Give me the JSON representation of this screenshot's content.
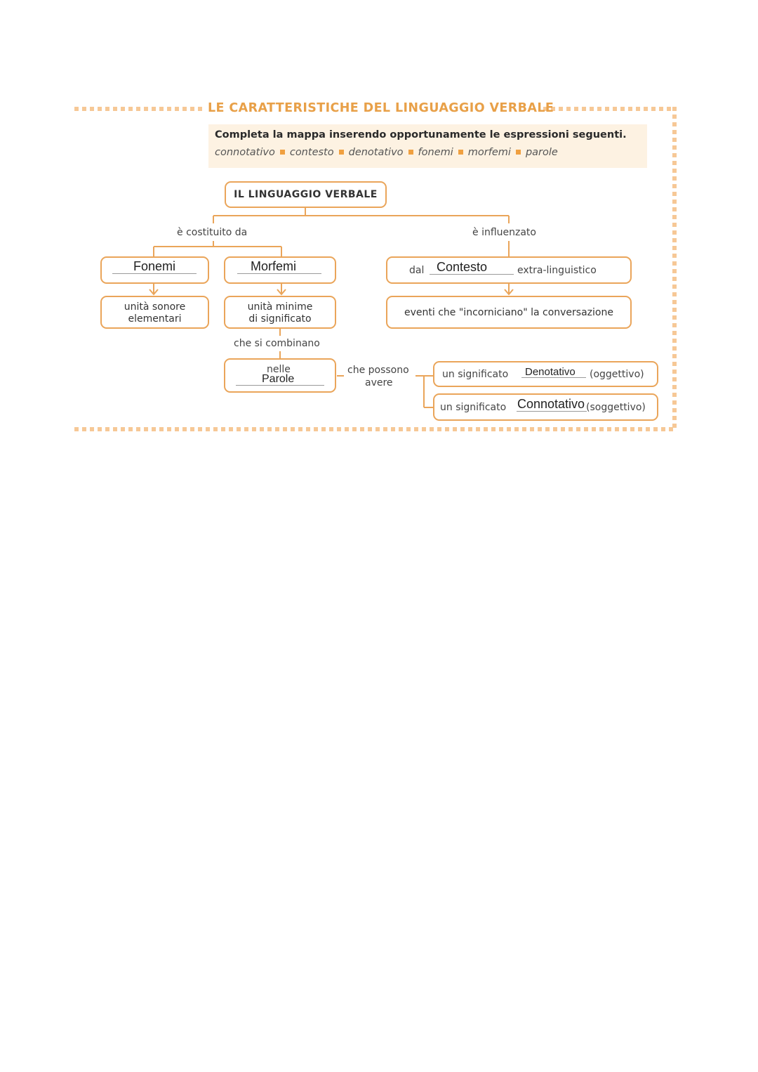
{
  "section": {
    "title": "LE CARATTERISTICHE DEL LINGUAGGIO VERBALE",
    "instruction": "Completa la mappa inserendo opportunamente le espressioni seguenti.",
    "words": [
      "connotativo",
      "contesto",
      "denotativo",
      "fonemi",
      "morfemi",
      "parole"
    ]
  },
  "map": {
    "root": "IL LINGUAGGIO VERBALE",
    "link_left": "è costituito da",
    "link_right": "è influenzato",
    "fonemi_answer": "Fonemi",
    "morfemi_answer": "Morfemi",
    "contesto_prefix": "dal",
    "contesto_answer": "Contesto",
    "contesto_suffix": "extra-linguistico",
    "fonemi_desc_line1": "unità sonore",
    "fonemi_desc_line2": "elementari",
    "morfemi_desc_line1": "unità minime",
    "morfemi_desc_line2": "di significato",
    "contesto_desc": "eventi che \"incorniciano\" la conversazione",
    "link_combine": "che si combinano",
    "parole_prefix": "nelle",
    "parole_answer": "Parole",
    "link_possono_line1": "che possono",
    "link_possono_line2": "avere",
    "denotativo_prefix": "un significato",
    "denotativo_answer": "Denotativo",
    "denotativo_suffix": "(oggettivo)",
    "connotativo_prefix": "un significato",
    "connotativo_answer": "Connotativo",
    "connotativo_suffix": "(soggettivo)"
  }
}
